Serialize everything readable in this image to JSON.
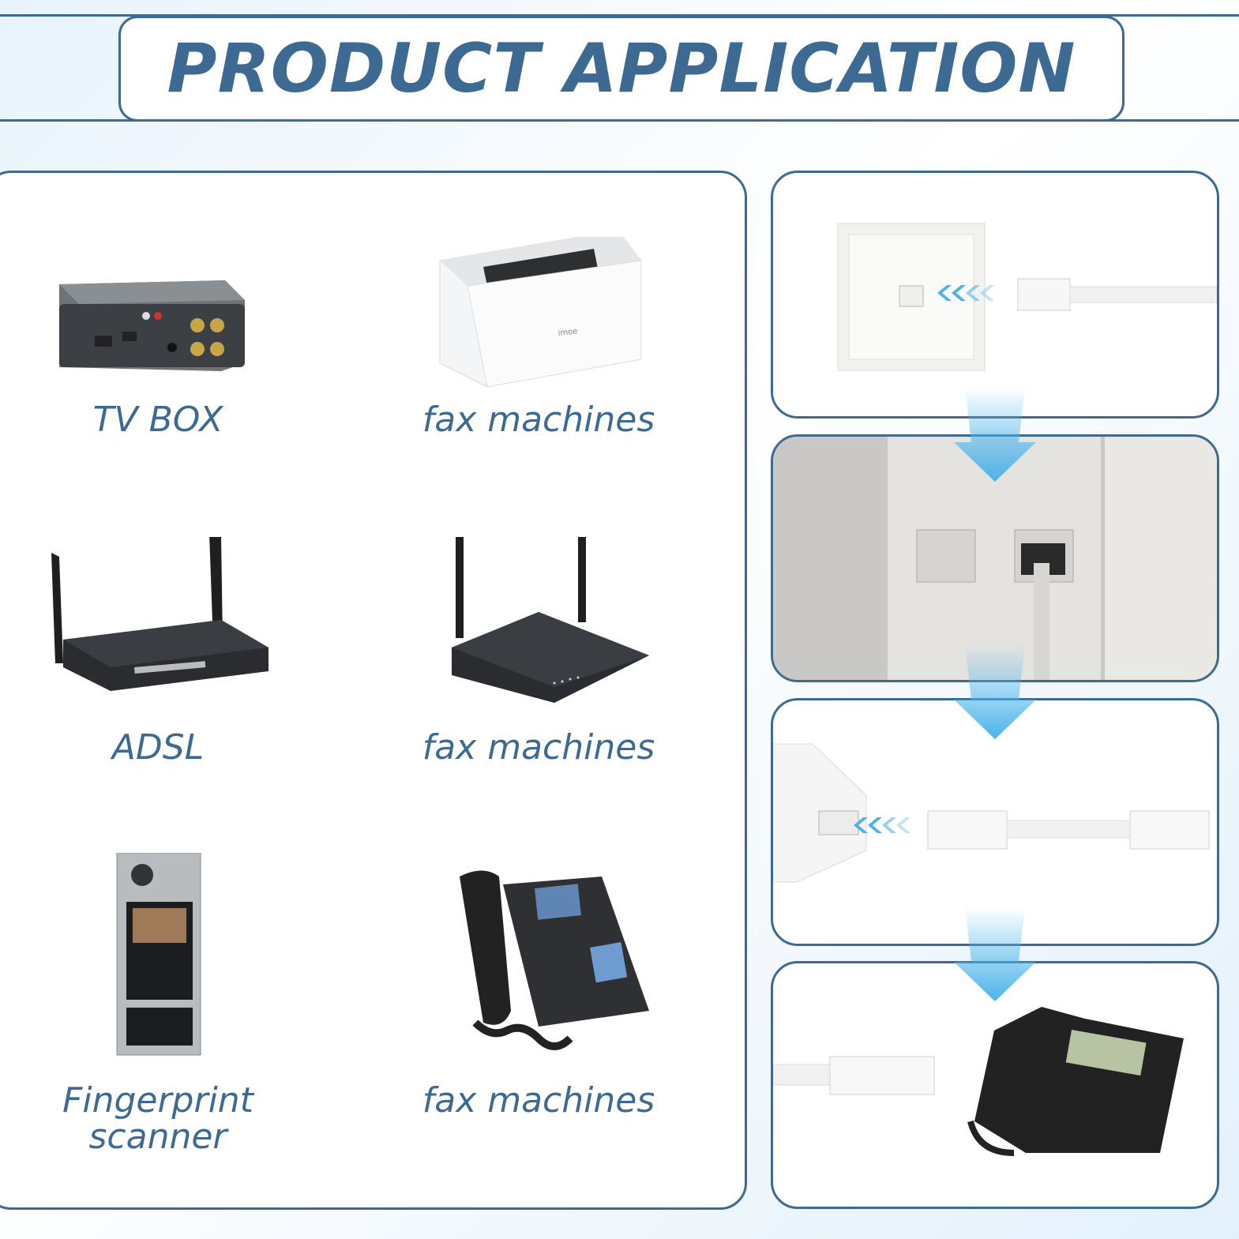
{
  "header": {
    "title": "PRODUCT APPLICATION"
  },
  "products": [
    {
      "label": "TV BOX",
      "icon": "tv-box-image"
    },
    {
      "label": "fax machines",
      "icon": "printer-image"
    },
    {
      "label": "ADSL",
      "icon": "router-image"
    },
    {
      "label": "fax machines",
      "icon": "router-image"
    },
    {
      "label_line1": "Fingerprint",
      "label_line2": "scanner",
      "icon": "door-intercom-image"
    },
    {
      "label": "fax machines",
      "icon": "ip-phone-image"
    }
  ],
  "steps": [
    {
      "icon": "wall-socket-plug-image"
    },
    {
      "icon": "wall-socket-plugged-image"
    },
    {
      "icon": "bt-adapter-plug-image"
    },
    {
      "icon": "desk-phone-image"
    }
  ],
  "colors": {
    "accent": "#3d6a92",
    "arrow": "#4ab3ea"
  }
}
